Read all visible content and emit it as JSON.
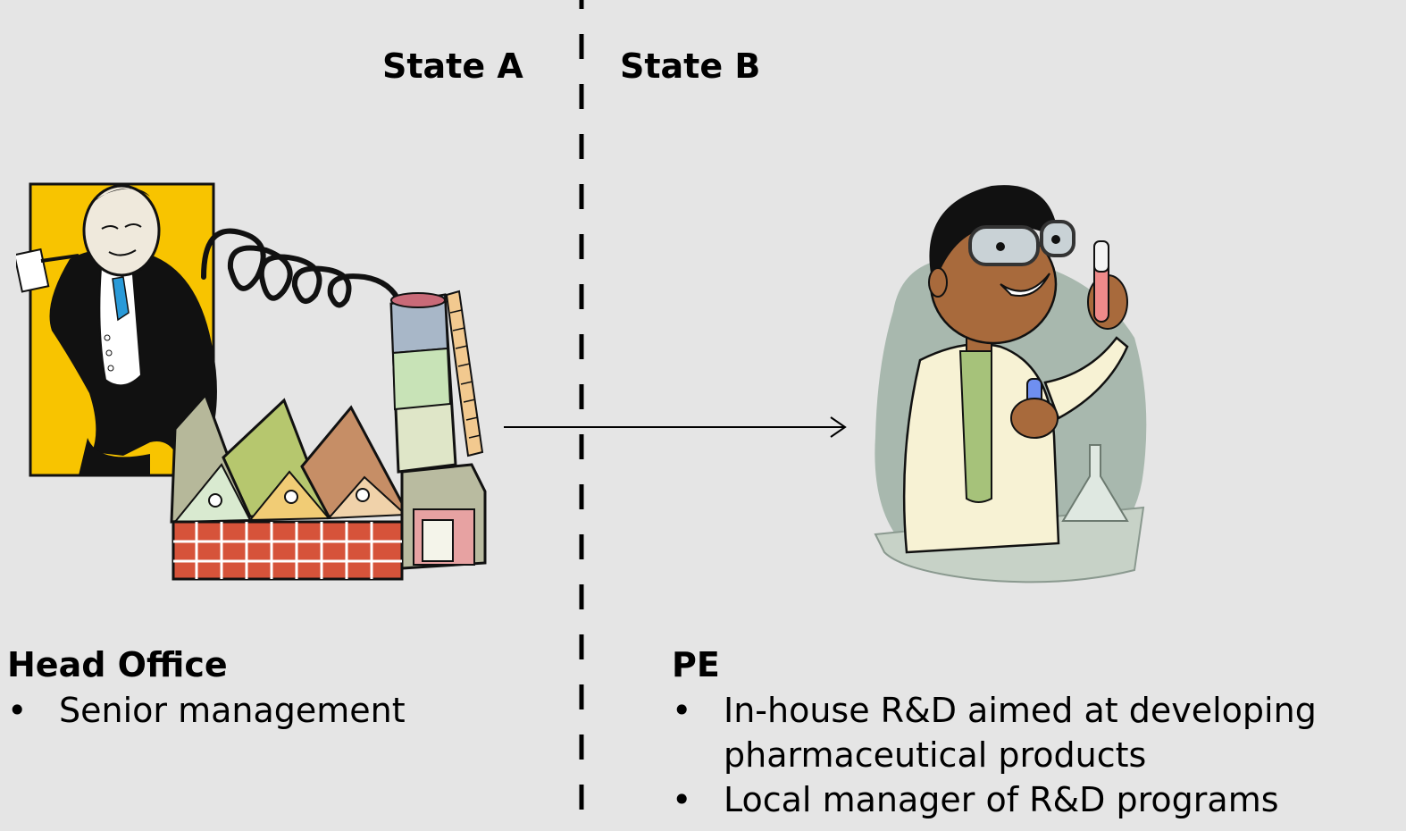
{
  "states": {
    "left_label": "State A",
    "right_label": "State B"
  },
  "head_office": {
    "title": "Head Office",
    "illustration": "executive-and-factory-illustration",
    "bullets": [
      "Senior management"
    ]
  },
  "pe": {
    "title": "PE",
    "illustration": "scientist-illustration",
    "bullets": [
      "In-house R&D aimed at developing pharmaceutical products",
      "Local manager of R&D programs"
    ]
  },
  "connector": {
    "icon": "arrow-right-icon",
    "color": "#000000"
  },
  "colors": {
    "background": "#e5e5e5",
    "divider": "#000000"
  }
}
